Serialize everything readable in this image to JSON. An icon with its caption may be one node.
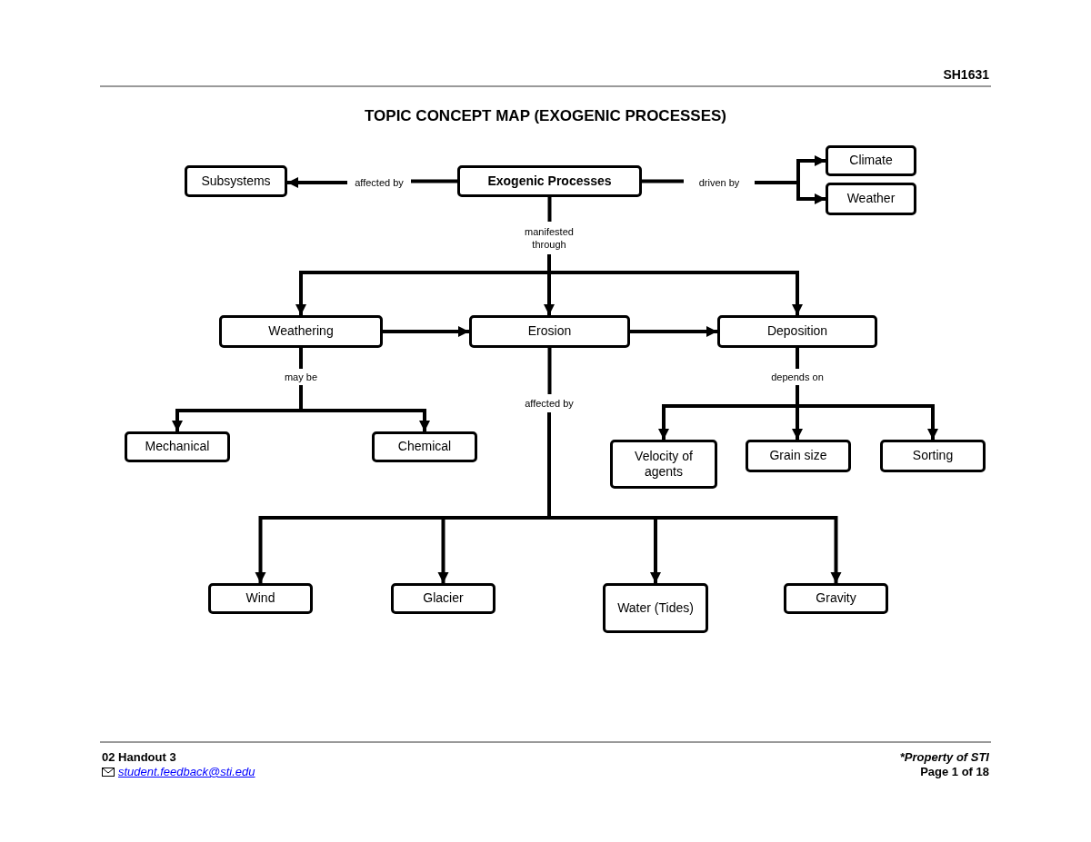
{
  "diagram": {
    "title": "TOPIC CONCEPT MAP (EXOGENIC PROCESSES)",
    "nodes": [
      {
        "text": [
          "Exogenic Processes"
        ]
      },
      {
        "text": [
          "affected by"
        ]
      },
      {
        "text": [
          "Subsystems"
        ]
      },
      {
        "text": [
          "driven by"
        ]
      },
      {
        "text": [
          "Climate"
        ]
      },
      {
        "text": [
          "Weather"
        ]
      },
      {
        "text": [
          "manifested through"
        ]
      },
      {
        "text": [
          "Weathering"
        ]
      },
      {
        "text": [
          "Erosion"
        ]
      },
      {
        "text": [
          "Deposition"
        ]
      },
      {
        "text": [
          "may be"
        ]
      },
      {
        "text": [
          "Mechanical"
        ]
      },
      {
        "text": [
          "Chemical"
        ]
      },
      {
        "text": [
          "affected by"
        ]
      },
      {
        "text": [
          "Wind"
        ]
      },
      {
        "text": [
          "Glacier"
        ]
      },
      {
        "text": [
          "Water (Tides)"
        ]
      },
      {
        "text": [
          "Gravity"
        ]
      },
      {
        "text": [
          "depends on"
        ]
      },
      {
        "text": [
          "Velocity of agents"
        ]
      },
      {
        "text": [
          "Grain size"
        ]
      },
      {
        "text": [
          "Sorting"
        ]
      }
    ],
    "edges": [
      {
        "from": 0,
        "to": 1,
        "arrow": "none"
      },
      {
        "from": 1,
        "to": 2,
        "arrow": "to"
      },
      {
        "from": 0,
        "to": 3,
        "arrow": "none"
      },
      {
        "from": 3,
        "to": 4,
        "arrow": "to"
      },
      {
        "from": 3,
        "to": 5,
        "arrow": "to"
      },
      {
        "from": 0,
        "to": 6,
        "arrow": "none"
      },
      {
        "from": 6,
        "to": 7,
        "arrow": "to"
      },
      {
        "from": 6,
        "to": 8,
        "arrow": "to"
      },
      {
        "from": 6,
        "to": 9,
        "arrow": "to"
      },
      {
        "from": 7,
        "to": 8,
        "arrow": "to"
      },
      {
        "from": 8,
        "to": 9,
        "arrow": "to"
      },
      {
        "from": 7,
        "to": 10,
        "arrow": "none"
      },
      {
        "from": 10,
        "to": 11,
        "arrow": "to"
      },
      {
        "from": 10,
        "to": 12,
        "arrow": "to"
      },
      {
        "from": 8,
        "to": 13,
        "arrow": "none"
      },
      {
        "from": 13,
        "to": 14,
        "arrow": "to"
      },
      {
        "from": 13,
        "to": 15,
        "arrow": "to"
      },
      {
        "from": 13,
        "to": 16,
        "arrow": "to"
      },
      {
        "from": 13,
        "to": 17,
        "arrow": "to"
      },
      {
        "from": 9,
        "to": 18,
        "arrow": "none"
      },
      {
        "from": 18,
        "to": 19,
        "arrow": "to"
      },
      {
        "from": 18,
        "to": 20,
        "arrow": "to"
      },
      {
        "from": 18,
        "to": 21,
        "arrow": "to"
      }
    ],
    "labels": [
      "SH1631",
      "02 Handout 3",
      "student.feedback@sti.edu",
      "*Property of STI",
      "Page 1 of 18"
    ]
  }
}
